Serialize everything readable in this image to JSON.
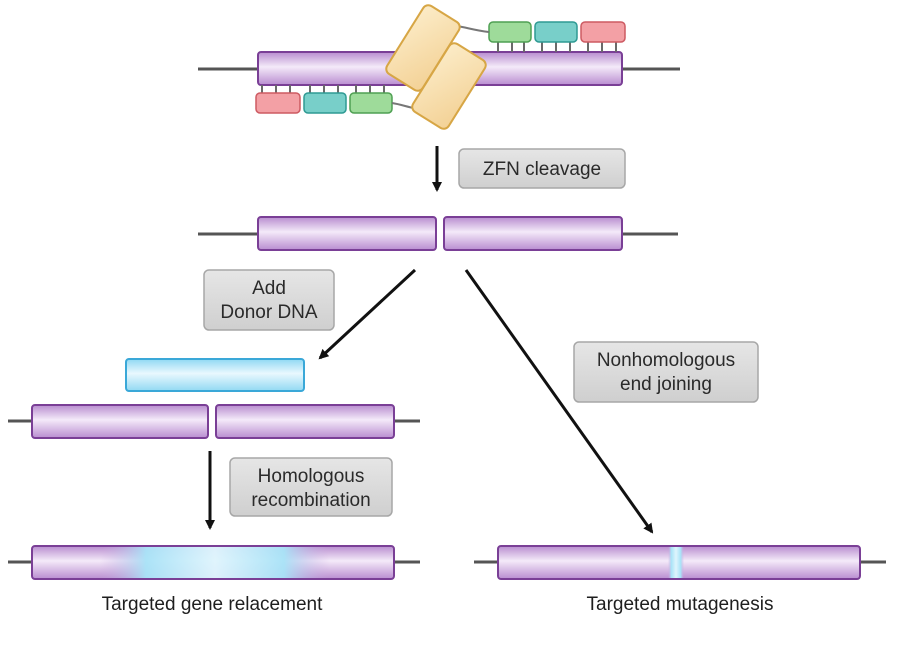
{
  "colors": {
    "dna": "#c9a6dd",
    "dna_stroke": "#7a3f96",
    "donor": "#a8e3f7",
    "donor_stroke": "#3aa8d8",
    "nuclease": "#f8deab",
    "nuclease_stroke": "#d7a645",
    "finger_red": "#f3a0a5",
    "finger_teal": "#78cfc9",
    "finger_green": "#9edb9a",
    "label_box": "#d7d7d7",
    "arrow": "#111111"
  },
  "labels": {
    "zfn_cleavage": "ZFN cleavage",
    "add_donor_line1": "Add",
    "add_donor_line2": "Donor DNA",
    "nhej_line1": "Nonhomologous",
    "nhej_line2": "end joining",
    "hr_line1": "Homologous",
    "hr_line2": "recombination"
  },
  "outcomes": {
    "left": "Targeted gene relacement",
    "right": "Targeted mutagenesis"
  }
}
